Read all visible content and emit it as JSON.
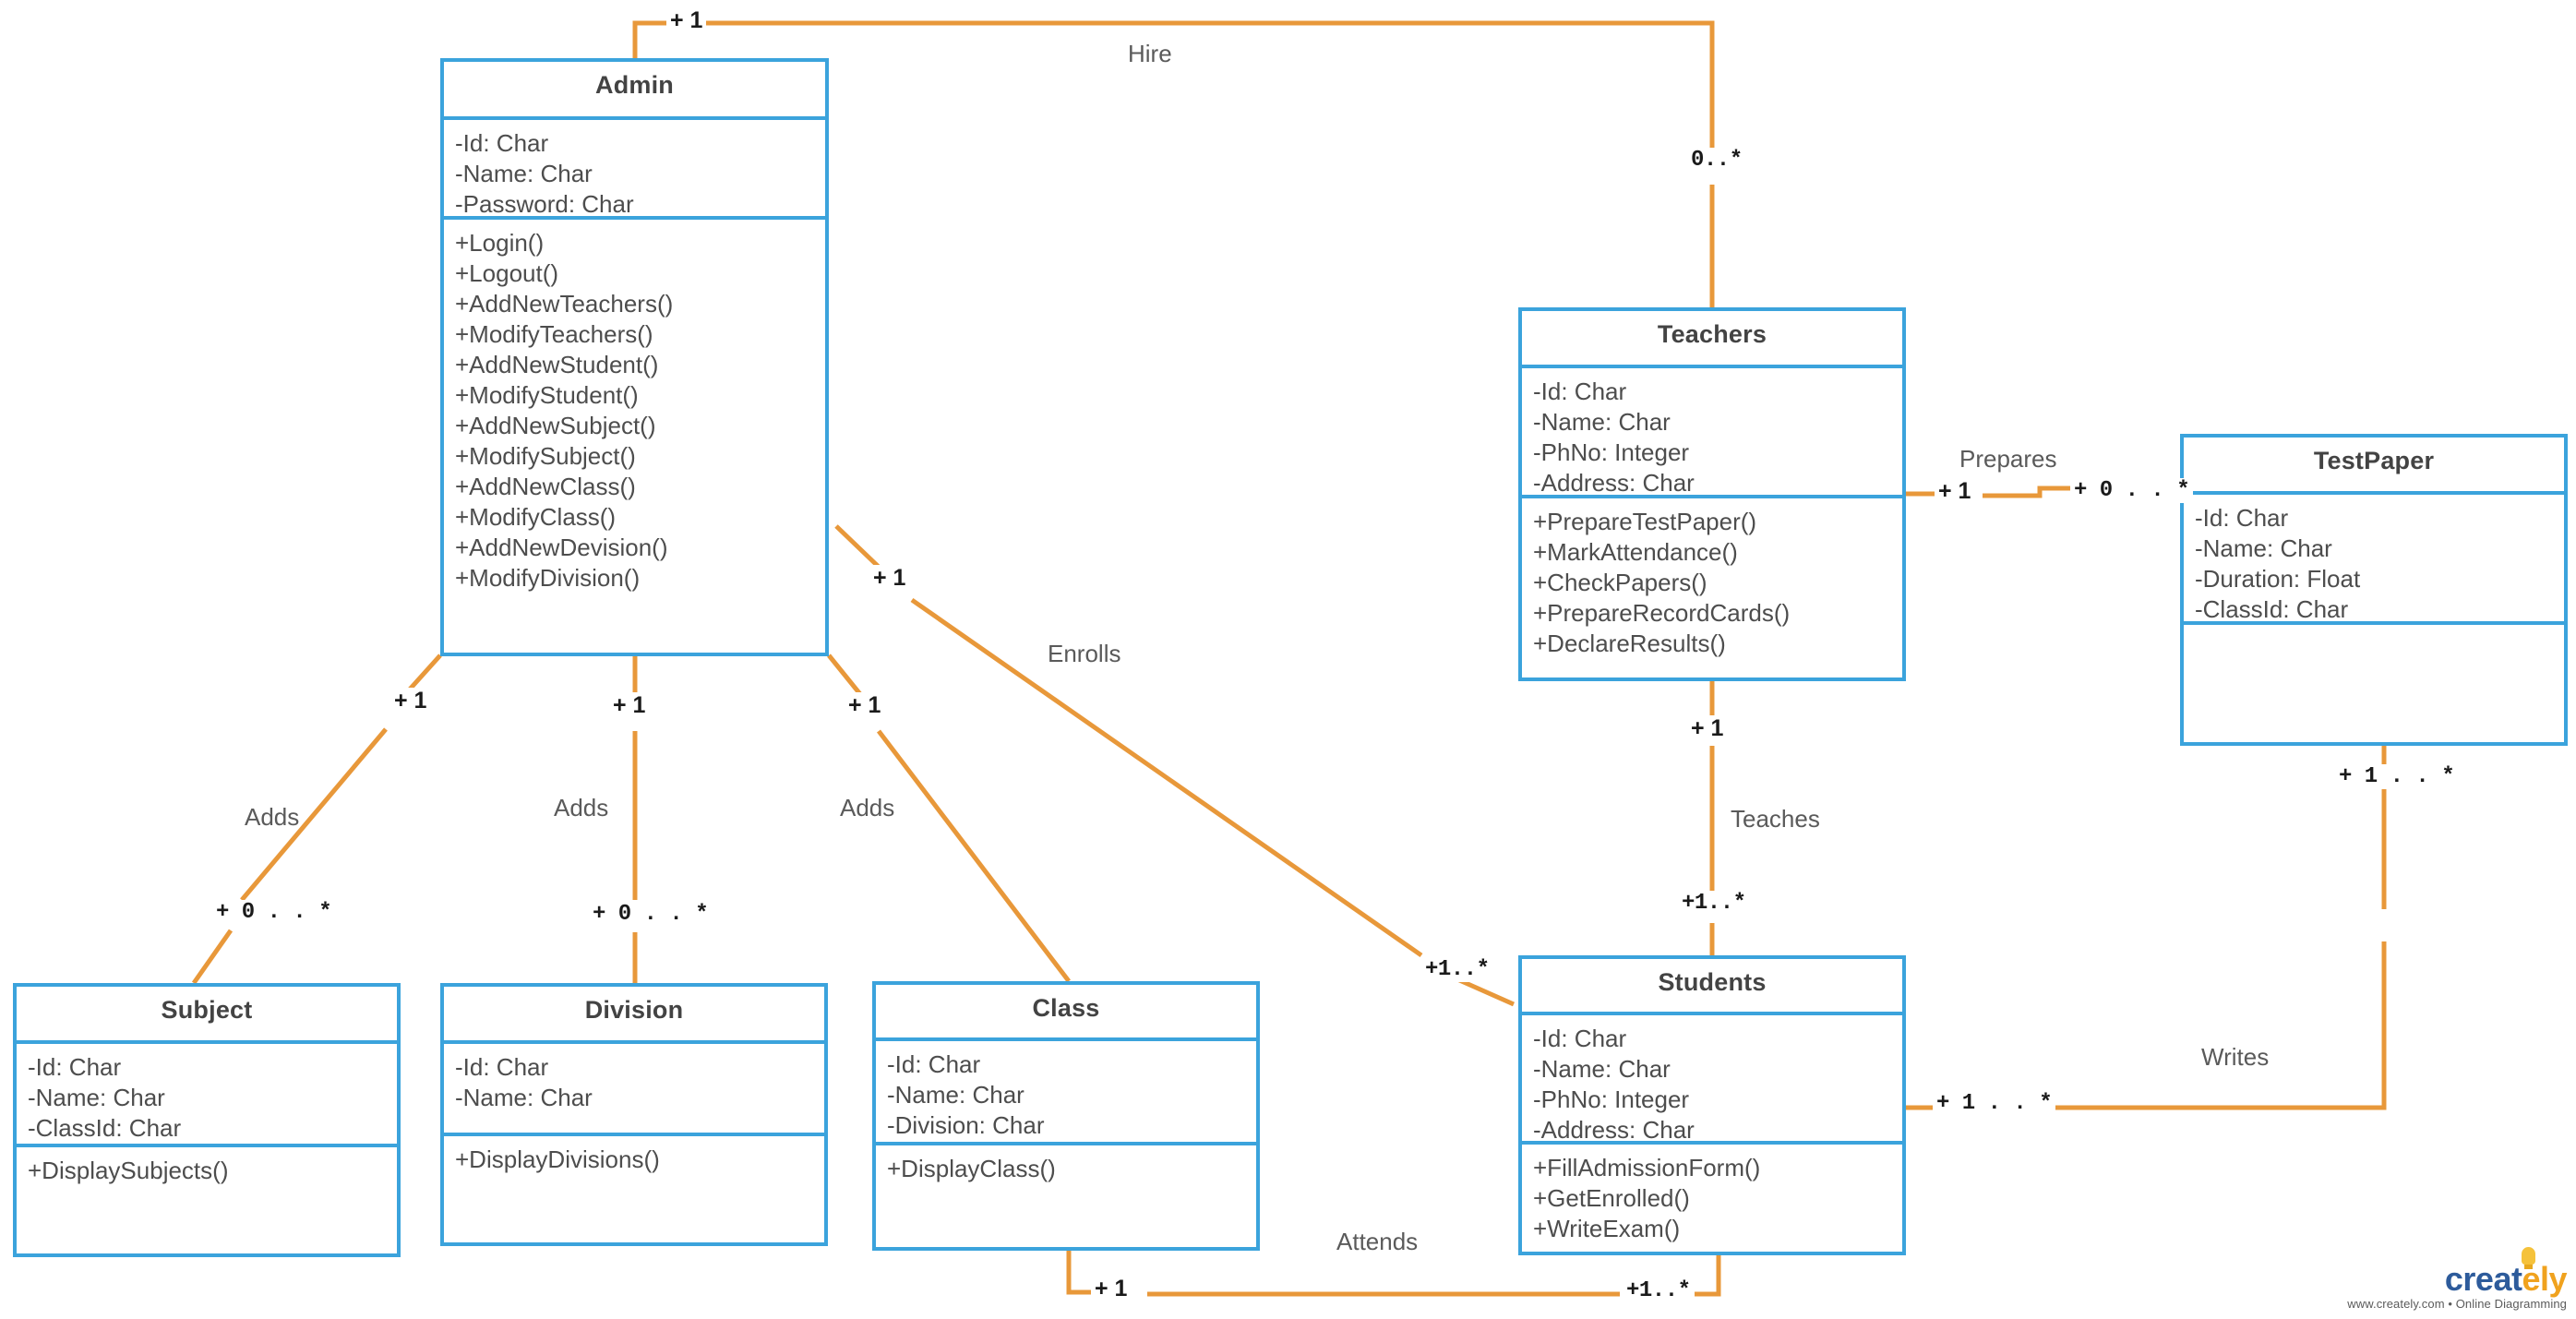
{
  "diagram": {
    "title": "Class Diagram",
    "type": "uml-class-diagram",
    "colors": {
      "class_border": "#3ba3dc",
      "connector": "#e8983a",
      "class_text": "#4d4d4d",
      "label_text": "#5a5a5a",
      "background": "#ffffff"
    }
  },
  "classes": [
    {
      "id": "admin",
      "name": "Admin",
      "attributes": [
        "-Id: Char",
        "-Name: Char",
        "-Password: Char"
      ],
      "operations": [
        "+Login()",
        "+Logout()",
        "+AddNewTeachers()",
        "+ModifyTeachers()",
        "+AddNewStudent()",
        "+ModifyStudent()",
        "+AddNewSubject()",
        "+ModifySubject()",
        "+AddNewClass()",
        "+ModifyClass()",
        "+AddNewDevision()",
        "+ModifyDivision()"
      ]
    },
    {
      "id": "teachers",
      "name": "Teachers",
      "attributes": [
        "-Id: Char",
        "-Name: Char",
        "-PhNo: Integer",
        "-Address: Char"
      ],
      "operations": [
        "+PrepareTestPaper()",
        "+MarkAttendance()",
        "+CheckPapers()",
        "+PrepareRecordCards()",
        "+DeclareResults()"
      ]
    },
    {
      "id": "testpaper",
      "name": "TestPaper",
      "attributes": [
        "-Id: Char",
        "-Name: Char",
        "-Duration: Float",
        "-ClassId: Char"
      ],
      "operations": []
    },
    {
      "id": "students",
      "name": "Students",
      "attributes": [
        "-Id: Char",
        "-Name: Char",
        "-PhNo: Integer",
        "-Address: Char"
      ],
      "operations": [
        "+FillAdmissionForm()",
        "+GetEnrolled()",
        "+WriteExam()"
      ]
    },
    {
      "id": "subject",
      "name": "Subject",
      "attributes": [
        "-Id: Char",
        "-Name: Char",
        "-ClassId: Char"
      ],
      "operations": [
        "+DisplaySubjects()"
      ]
    },
    {
      "id": "division",
      "name": "Division",
      "attributes": [
        "-Id: Char",
        "-Name: Char"
      ],
      "operations": [
        "+DisplayDivisions()"
      ]
    },
    {
      "id": "class",
      "name": "Class",
      "attributes": [
        "-Id: Char",
        "-Name: Char",
        "-Division: Char"
      ],
      "operations": [
        "+DisplayClass()"
      ]
    }
  ],
  "relationships": [
    {
      "id": "hire",
      "label": "Hire",
      "from": "admin",
      "to": "teachers",
      "from_multiplicity": "+ 1",
      "to_multiplicity": "0..*"
    },
    {
      "id": "adds-sub",
      "label": "Adds",
      "from": "admin",
      "to": "subject",
      "from_multiplicity": "+ 1",
      "to_multiplicity": "+ 0 . . *"
    },
    {
      "id": "adds-div",
      "label": "Adds",
      "from": "admin",
      "to": "division",
      "from_multiplicity": "+ 1",
      "to_multiplicity": "+ 0 . . *"
    },
    {
      "id": "adds-cls",
      "label": "Adds",
      "from": "admin",
      "to": "class",
      "from_multiplicity": "+ 1",
      "to_multiplicity": ""
    },
    {
      "id": "enrolls",
      "label": "Enrolls",
      "from": "admin",
      "to": "students",
      "from_multiplicity": "+ 1",
      "to_multiplicity": "+1..*"
    },
    {
      "id": "prepares",
      "label": "Prepares",
      "from": "teachers",
      "to": "testpaper",
      "from_multiplicity": "+ 1",
      "to_multiplicity": "+ 0 . . *"
    },
    {
      "id": "teaches",
      "label": "Teaches",
      "from": "teachers",
      "to": "students",
      "from_multiplicity": "+ 1",
      "to_multiplicity": "+1..*"
    },
    {
      "id": "writes",
      "label": "Writes",
      "from": "students",
      "to": "testpaper",
      "from_multiplicity": "+ 1 . . *",
      "to_multiplicity": "+ 1 . . *"
    },
    {
      "id": "attends",
      "label": "Attends",
      "from": "class",
      "to": "students",
      "from_multiplicity": "+ 1",
      "to_multiplicity": "+1..*"
    }
  ],
  "watermark": {
    "brand_first": "creat",
    "brand_last": "ely",
    "tagline": "www.creately.com • Online Diagramming"
  }
}
